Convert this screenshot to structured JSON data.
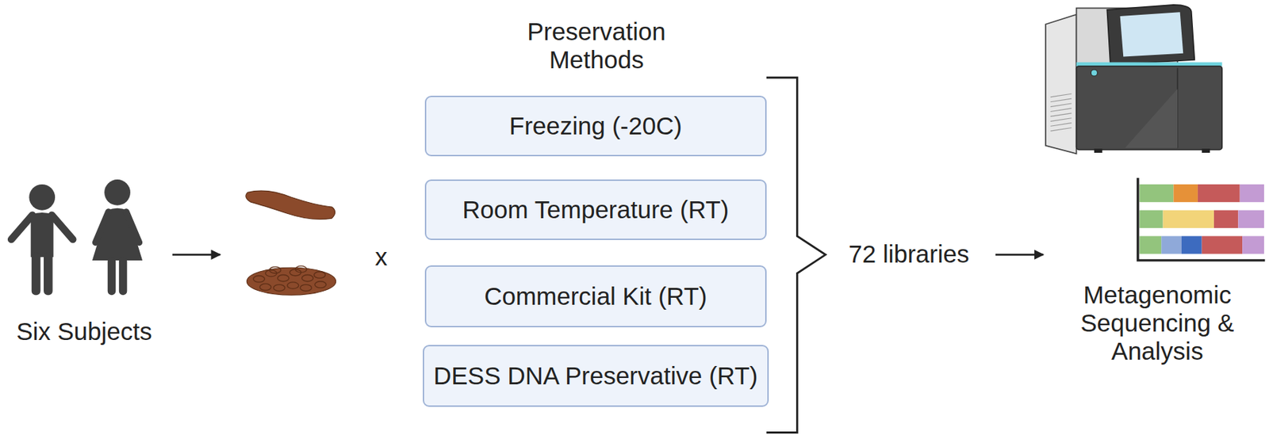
{
  "diagram": {
    "nodes": [
      {
        "text": [
          "Freezing (-20C)"
        ]
      },
      {
        "text": [
          "Room Temperature (RT)"
        ]
      },
      {
        "text": [
          "Commercial Kit (RT)"
        ]
      },
      {
        "text": [
          "DESS DNA Preservative (RT)"
        ]
      }
    ],
    "labels": [
      "Six Subjects",
      "x",
      "Preservation Methods",
      "72 libraries",
      "Metagenomic Sequencing & Analysis"
    ]
  }
}
